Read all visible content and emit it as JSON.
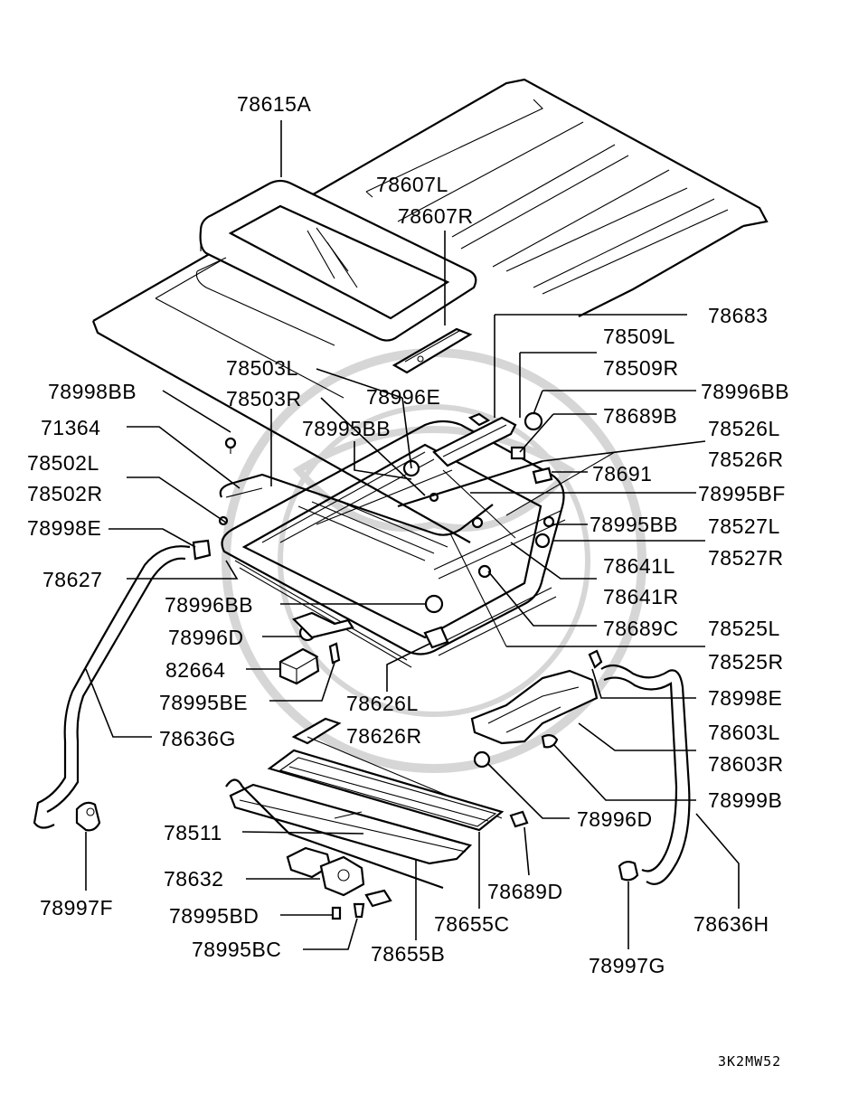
{
  "diagram": {
    "labels": {
      "l78615A": "78615A",
      "l78607L": "78607L",
      "l78607R": "78607R",
      "l78683": "78683",
      "l78509L": "78509L",
      "l78509R": "78509R",
      "l78503L": "78503L",
      "l78503R": "78503R",
      "l78996E": "78996E",
      "l78996BB_a": "78996BB",
      "l78998BB": "78998BB",
      "l78995BB_a": "78995BB",
      "l78689B": "78689B",
      "l78526L": "78526L",
      "l78526R": "78526R",
      "l71364": "71364",
      "l78691": "78691",
      "l78502L": "78502L",
      "l78502R": "78502R",
      "l78995BF": "78995BF",
      "l78998E_a": "78998E",
      "l78995BB_b": "78995BB",
      "l78527L": "78527L",
      "l78527R": "78527R",
      "l78627": "78627",
      "l78641L": "78641L",
      "l78641R": "78641R",
      "l78996BB_b": "78996BB",
      "l78689C": "78689C",
      "l78525L": "78525L",
      "l78525R": "78525R",
      "l78996D_a": "78996D",
      "l82664": "82664",
      "l78995BE": "78995BE",
      "l78626L": "78626L",
      "l78626R": "78626R",
      "l78998E_b": "78998E",
      "l78636G": "78636G",
      "l78603L": "78603L",
      "l78603R": "78603R",
      "l78999B": "78999B",
      "l78996D_b": "78996D",
      "l78511": "78511",
      "l78632": "78632",
      "l78689D": "78689D",
      "l78997F": "78997F",
      "l78995BD": "78995BD",
      "l78655C": "78655C",
      "l78636H": "78636H",
      "l78995BC": "78995BC",
      "l78655B": "78655B",
      "l78997G": "78997G"
    },
    "figure_code": "3K2MW52"
  }
}
